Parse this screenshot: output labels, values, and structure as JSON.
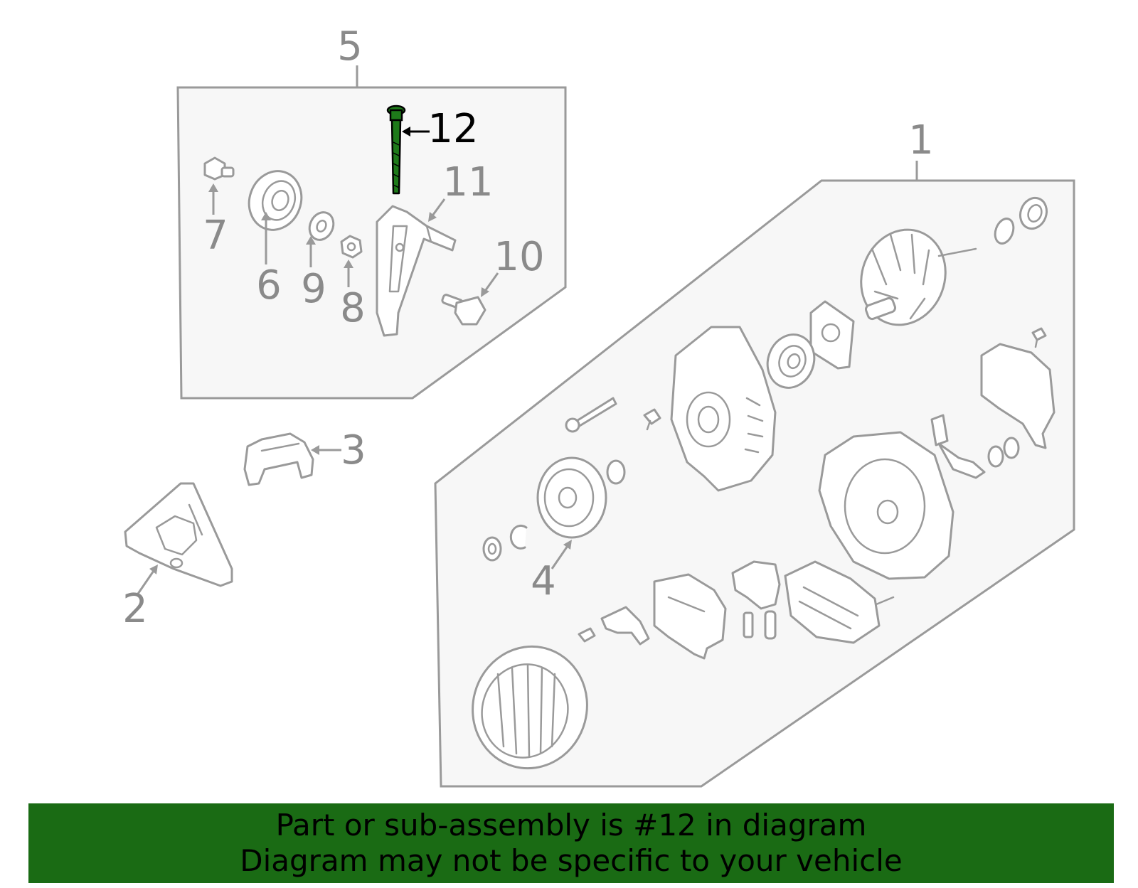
{
  "diagram": {
    "callouts": {
      "c1": "1",
      "c2": "2",
      "c3": "3",
      "c4": "4",
      "c5": "5",
      "c6": "6",
      "c7": "7",
      "c8": "8",
      "c9": "9",
      "c10": "10",
      "c11": "11",
      "c12": "12"
    },
    "highlight_part": "12",
    "colors": {
      "highlight": "#1e7a1a",
      "outline": "#9a9a9a",
      "panel": "#f7f7f7",
      "banner": "#1a6b14"
    }
  },
  "banner": {
    "line1": "Part or sub-assembly is #12 in diagram",
    "line2": "Diagram may not be specific to your vehicle"
  }
}
